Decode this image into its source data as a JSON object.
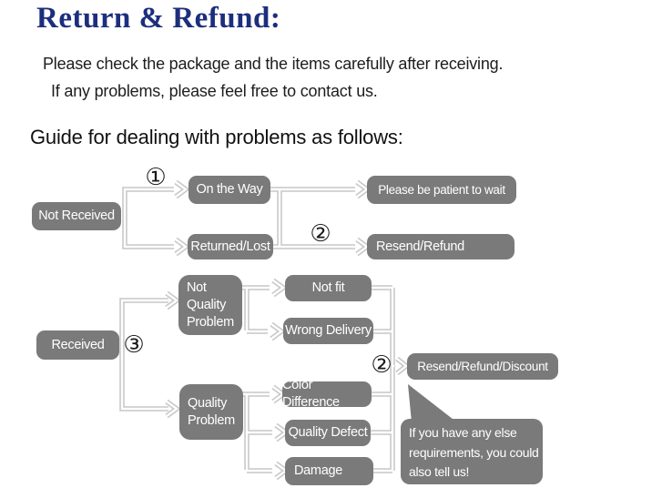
{
  "header": {
    "title": "Return & Refund:",
    "line1": "Please check the package and the items carefully after receiving.",
    "line2": "If any problems, please feel free to contact us.",
    "guide": "Guide for dealing with problems as follows:"
  },
  "colors": {
    "title": "#1c2e7d",
    "node_bg": "#7a7a7a",
    "node_text": "#ffffff",
    "connector": "#c7c7c7"
  },
  "flowchart": {
    "steps": {
      "one": "①",
      "two_top": "②",
      "three": "③",
      "two_bottom": "②"
    },
    "nodes": {
      "not_received": "Not Received",
      "on_the_way": "On the Way",
      "returned_lost": "Returned/Lost",
      "be_patient": "Please be patient to wait",
      "resend_refund": "Resend/Refund",
      "received": "Received",
      "not_quality_problem": "Not\nQuality\nProblem",
      "not_fit": "Not fit",
      "wrong_delivery": "Wrong Delivery",
      "quality_problem": "Quality\nProblem",
      "color_difference": "Color Difference",
      "quality_defect": "Quality Defect",
      "damage": "Damage",
      "resend_refund_discount": "Resend/Refund/Discount"
    },
    "note_bubble": "If you have any else\nrequirements, you could\nalso tell us!"
  }
}
